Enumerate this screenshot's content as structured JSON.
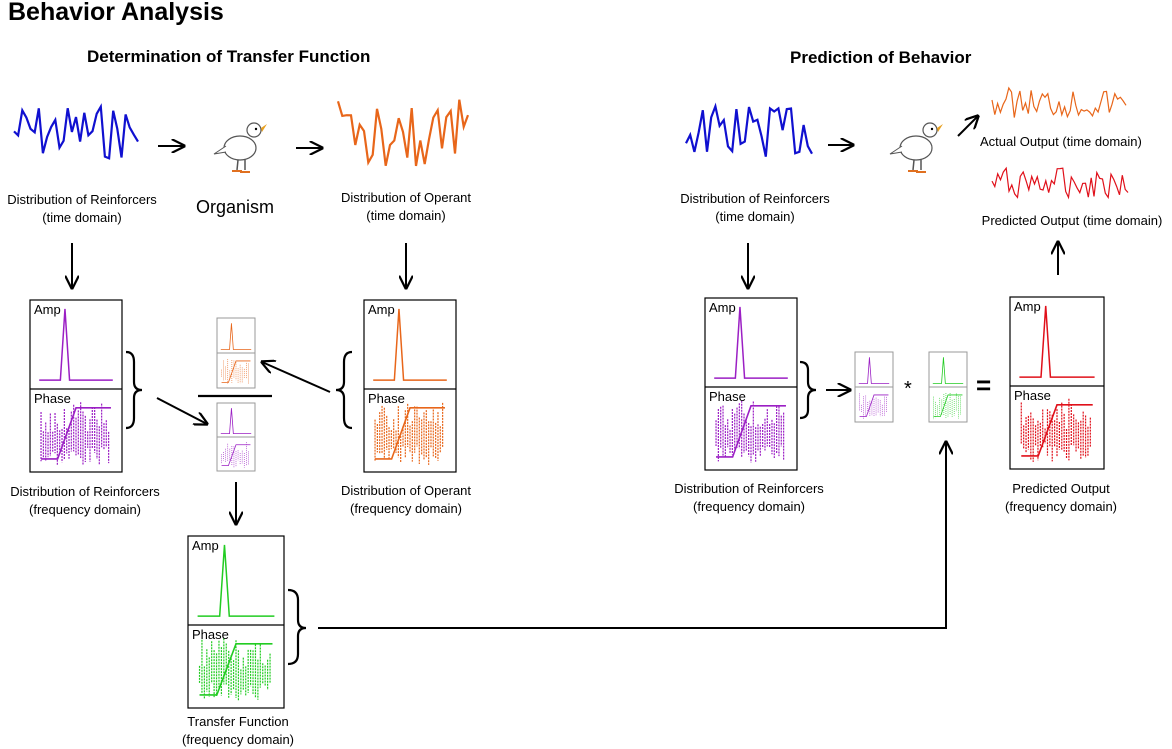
{
  "title": "Behavior Analysis",
  "left": {
    "heading": "Determination of Transfer Function",
    "reinforcers_time": [
      "Distribution of Reinforcers",
      "(time domain)"
    ],
    "organism": "Organism",
    "operant_time": [
      "Distribution of Operant",
      "(time domain)"
    ],
    "reinforcers_freq": [
      "Distribution of Reinforcers",
      "(frequency domain)"
    ],
    "operant_freq": [
      "Distribution of Operant",
      "(frequency domain)"
    ],
    "transfer": [
      "Transfer Function",
      "(frequency domain)"
    ]
  },
  "right": {
    "heading": "Prediction of Behavior",
    "reinforcers_time": [
      "Distribution of Reinforcers",
      "(time domain)"
    ],
    "actual_output": "Actual Output (time domain)",
    "predicted_output": "Predicted Output (time domain)",
    "reinforcers_freq": [
      "Distribution of Reinforcers",
      "(frequency domain)"
    ],
    "predicted_freq": [
      "Predicted Output",
      "(frequency domain)"
    ],
    "multiply": "*",
    "equals": "="
  },
  "panel_labels": {
    "amp": "Amp",
    "phase": "Phase"
  },
  "colors": {
    "reinforcers": "#1010d0",
    "operant": "#e8661a",
    "reinforcers_spectrum": "#9b1fc4",
    "transfer": "#22cc22",
    "predicted": "#e0101a",
    "arrow": "#000000"
  }
}
